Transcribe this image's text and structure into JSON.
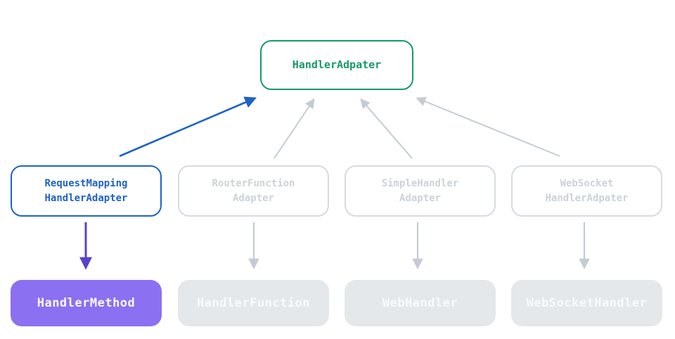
{
  "diagram": {
    "description": "Handler adapter class hierarchy diagram",
    "colors": {
      "green": "#179a68",
      "blue": "#1f63c6",
      "purple_fill": "#8b70f1",
      "purple_arrow": "#5a43c9",
      "gray_border": "#d7dbe0",
      "gray_text": "#ccd2da",
      "gray_fill": "#e4e8eb",
      "gray_arrow": "#c5cbd3",
      "white_text": "#f8fafb"
    },
    "top_node": {
      "label": "HandlerAdpater",
      "state": "active"
    },
    "adapter_nodes": [
      {
        "line1": "RequestMapping",
        "line2": "HandlerAdapter",
        "state": "active"
      },
      {
        "line1": "RouterFunction",
        "line2": "Adapter",
        "state": "inactive"
      },
      {
        "line1": "SimpleHandler",
        "line2": "Adapter",
        "state": "inactive"
      },
      {
        "line1": "WebSocket",
        "line2": "HandlerAdpater",
        "state": "inactive"
      }
    ],
    "handler_nodes": [
      {
        "label": "HandlerMethod",
        "state": "active"
      },
      {
        "label": "HandlerFunction",
        "state": "inactive"
      },
      {
        "label": "WebHandler",
        "state": "inactive"
      },
      {
        "label": "WebSocketHandler",
        "state": "inactive"
      }
    ],
    "edges": {
      "up": [
        {
          "from": "RequestMappingHandlerAdapter",
          "to": "HandlerAdpater",
          "color": "blue"
        },
        {
          "from": "RouterFunctionAdapter",
          "to": "HandlerAdpater",
          "color": "gray"
        },
        {
          "from": "SimpleHandlerAdapter",
          "to": "HandlerAdpater",
          "color": "gray"
        },
        {
          "from": "WebSocketHandlerAdpater",
          "to": "HandlerAdpater",
          "color": "gray"
        }
      ],
      "down": [
        {
          "from": "RequestMappingHandlerAdapter",
          "to": "HandlerMethod",
          "color": "purple"
        },
        {
          "from": "RouterFunctionAdapter",
          "to": "HandlerFunction",
          "color": "gray"
        },
        {
          "from": "SimpleHandlerAdapter",
          "to": "WebHandler",
          "color": "gray"
        },
        {
          "from": "WebSocketHandlerAdpater",
          "to": "WebSocketHandler",
          "color": "gray"
        }
      ]
    }
  }
}
